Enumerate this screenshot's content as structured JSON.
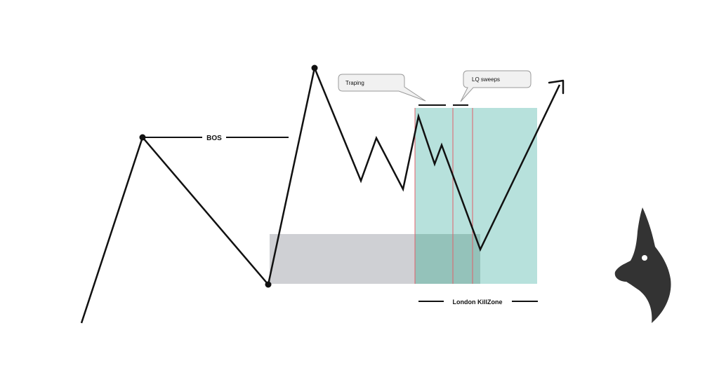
{
  "labels": {
    "bos": "BOS",
    "trapping": "Traping",
    "lq_sweeps": "LQ sweeps",
    "killzone": "London KillZone"
  },
  "colors": {
    "line": "#111111",
    "killzone_fill": "#b7e1dc",
    "killzone_line": "#e0606a",
    "gray_zone": "#cfd0d4",
    "overlap": "#94c2ba",
    "callout_fill": "#f1f1f1",
    "callout_stroke": "#9a9a9a",
    "logo": "#333333"
  },
  "icons": {
    "logo": "bull-head-logo"
  }
}
